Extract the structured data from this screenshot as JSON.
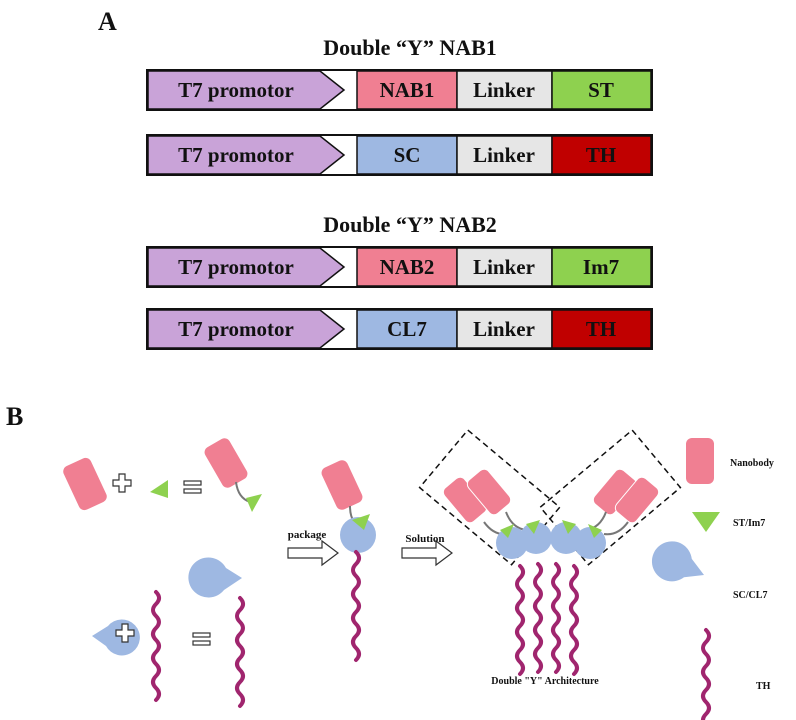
{
  "panelA": {
    "letter": "A",
    "group1_title": "Double “Y” NAB1",
    "group2_title": "Double “Y” NAB2",
    "constructs": [
      {
        "promoter": "T7 promotor",
        "domain": "NAB1",
        "linker": "Linker",
        "tag": "ST"
      },
      {
        "promoter": "T7 promotor",
        "domain": "SC",
        "linker": "Linker",
        "tag": "TH"
      },
      {
        "promoter": "T7 promotor",
        "domain": "NAB2",
        "linker": "Linker",
        "tag": "Im7"
      },
      {
        "promoter": "T7 promotor",
        "domain": "CL7",
        "linker": "Linker",
        "tag": "TH"
      }
    ]
  },
  "panelB": {
    "letter": "B",
    "arrow1_label": "package",
    "arrow2_label": "Solution",
    "architecture_label": "Double \"Y\" Architecture",
    "legend": [
      {
        "label": "Nanobody"
      },
      {
        "label": "ST/Im7"
      },
      {
        "label": "SC/CL7"
      },
      {
        "label": "TH"
      }
    ]
  },
  "colors": {
    "promoter": "#c9a3d8",
    "nanobody": "#f07f92",
    "linker": "#e6e6e6",
    "green": "#8ed14f",
    "blue": "#9eb8e2",
    "red": "#c00000",
    "helix": "#a0256e"
  }
}
